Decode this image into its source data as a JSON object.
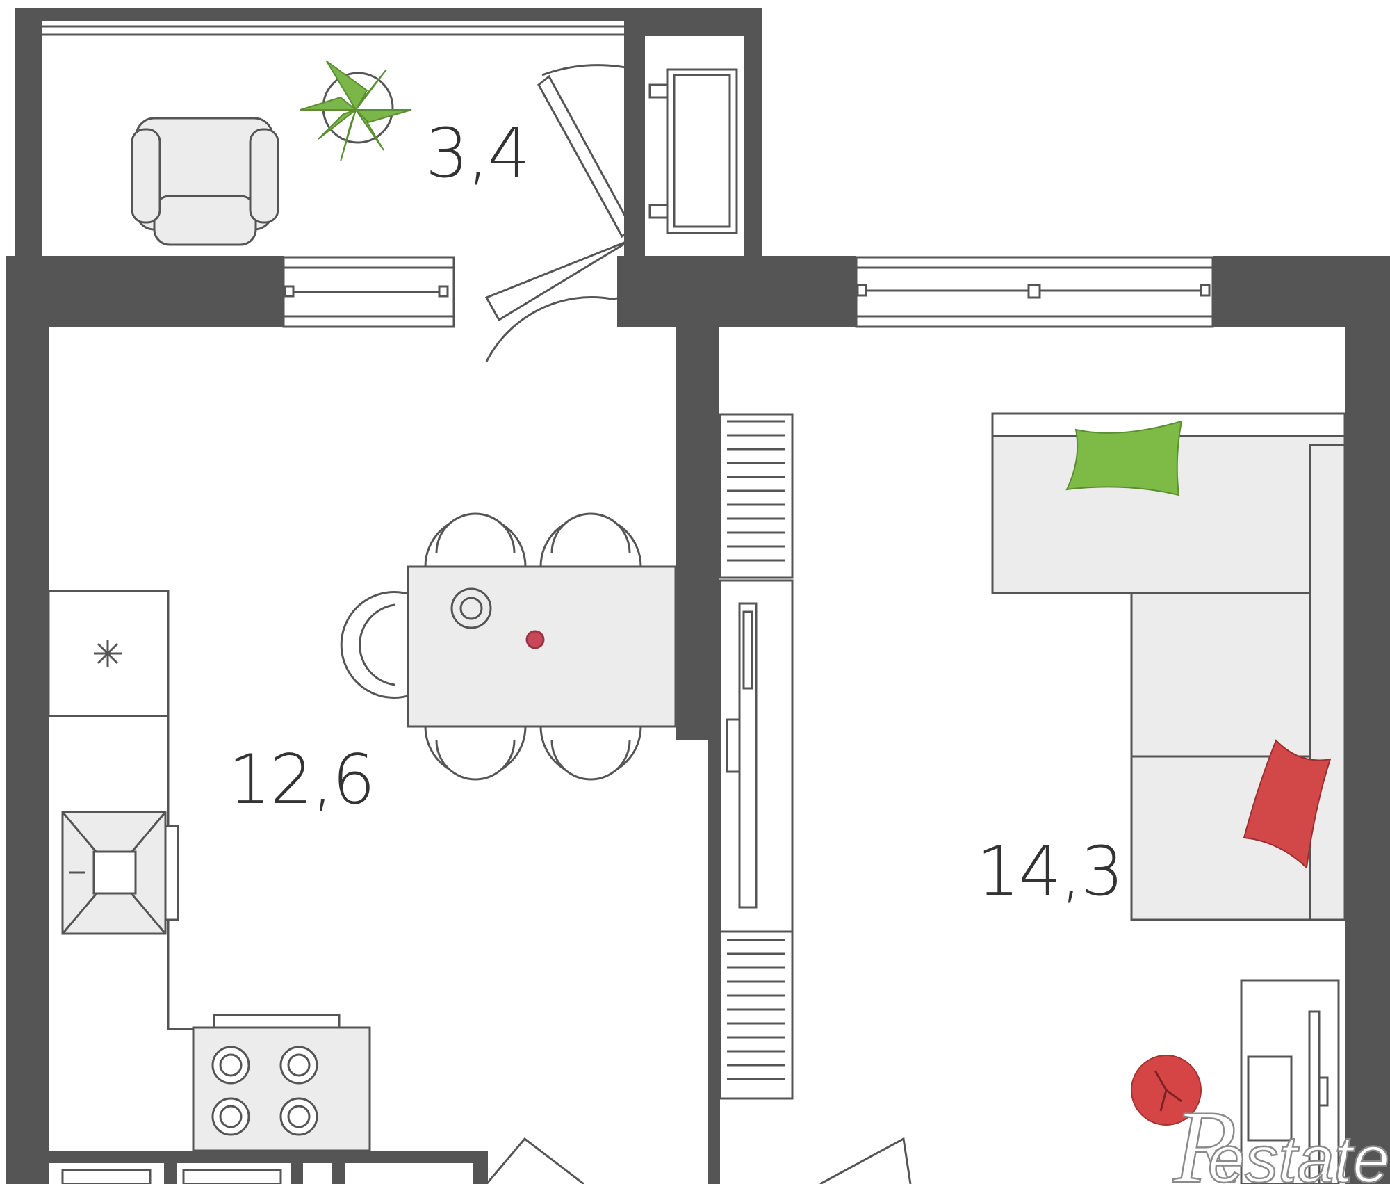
{
  "rooms": {
    "balcony": {
      "area": "3,4"
    },
    "kitchen": {
      "area": "12,6"
    },
    "living_room": {
      "area": "14,3"
    }
  },
  "watermark": {
    "initial": "R",
    "rest": "estate"
  },
  "colors": {
    "wall": "#555555",
    "line": "#555555",
    "furniture_fill": "#ececec",
    "plant_green": "#7ab648",
    "pillow_green": "#7dbb46",
    "pillow_red": "#d24848",
    "clock_red": "#d64545",
    "cup_red": "#c8485a"
  },
  "icons": {
    "balcony_plant": "plant-icon",
    "freezer_mark": "snowflake-icon",
    "wall_clock": "clock-icon"
  }
}
